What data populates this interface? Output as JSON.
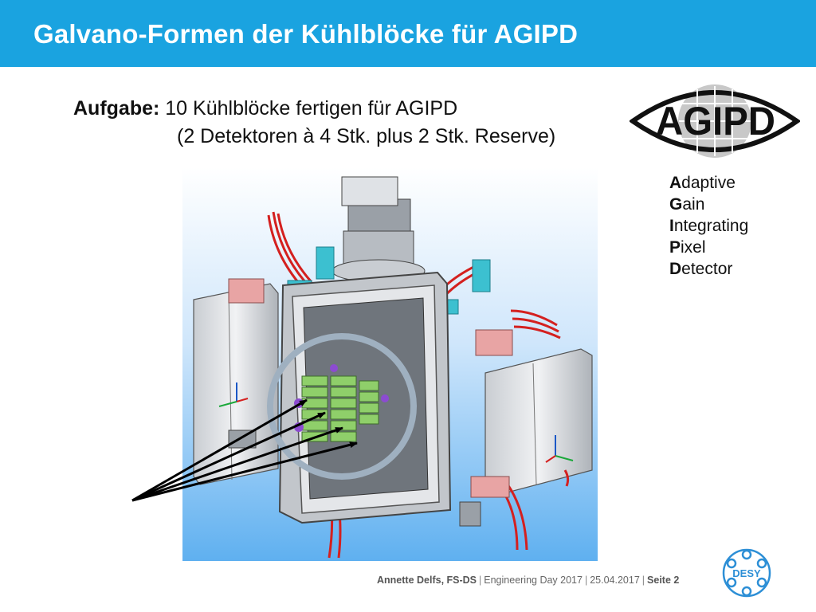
{
  "slide": {
    "title": "Galvano-Formen der Kühlblöcke für AGIPD"
  },
  "task": {
    "label": "Aufgabe:",
    "line1": "10 Kühlblöcke fertigen für AGIPD",
    "line2": "(2 Detektoren à 4 Stk. plus 2 Stk. Reserve)"
  },
  "logo": {
    "text": "AGIPD"
  },
  "acronym": [
    {
      "initial": "A",
      "rest": "daptive"
    },
    {
      "initial": "G",
      "rest": "ain"
    },
    {
      "initial": "I",
      "rest": "ntegrating"
    },
    {
      "initial": "P",
      "rest": "ixel"
    },
    {
      "initial": "D",
      "rest": "etector"
    }
  ],
  "footer": {
    "author": "Annette Delfs, FS-DS",
    "event": "Engineering Day 2017",
    "date": "25.04.2017",
    "page": "Seite 2"
  },
  "desy_logo": {
    "text": "DESY"
  },
  "colors": {
    "title_bar": "#1aa3e0",
    "desy_blue": "#2d8fd6",
    "module_green": "#8fcf6a",
    "cable_red": "#d4201f",
    "bracket_cyan": "#3cc0d0"
  }
}
